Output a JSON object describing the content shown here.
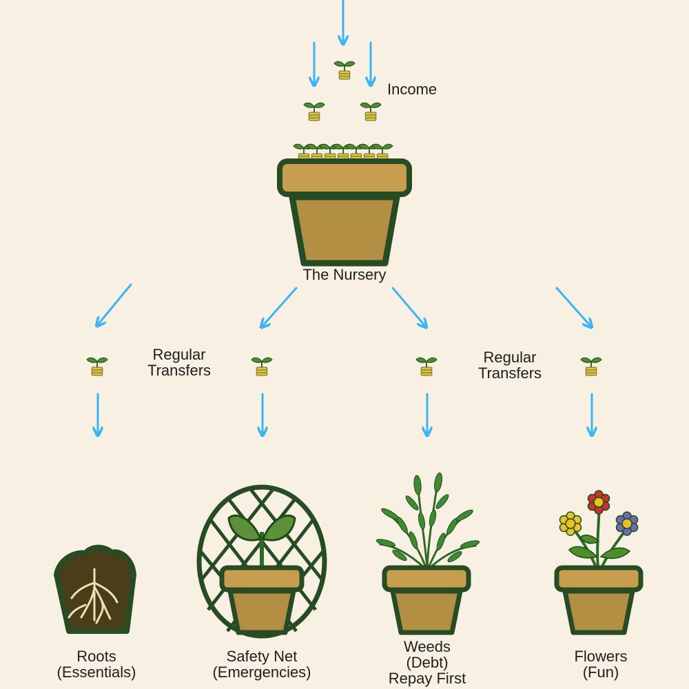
{
  "colors": {
    "background": "#f8f1e3",
    "arrow": "#3ab4f5",
    "pot_fill": "#b38f44",
    "pot_rim": "#c79e4f",
    "pot_outline": "#274c24",
    "leaf": "#2f7a2c",
    "coin": "#d9c449",
    "warning": "#c0141e"
  },
  "diagram": {
    "income_label": "Income",
    "nursery_label": "The Nursery",
    "transfers_left": [
      "Regular",
      "Transfers"
    ],
    "transfers_right": [
      "Regular",
      "Transfers"
    ],
    "pots": [
      {
        "icon": "roots-soil-icon",
        "title": "Roots",
        "subtitle": "(Essentials)",
        "note": ""
      },
      {
        "icon": "trellis-sprout-icon",
        "title": "Safety Net",
        "subtitle": "(Emergencies)",
        "note": ""
      },
      {
        "icon": "weeds-plant-icon",
        "title": "Weeds",
        "subtitle": "(Debt)",
        "note": "Repay First"
      },
      {
        "icon": "flowers-icon",
        "title": "Flowers",
        "subtitle": "(Fun)",
        "note": ""
      }
    ]
  }
}
